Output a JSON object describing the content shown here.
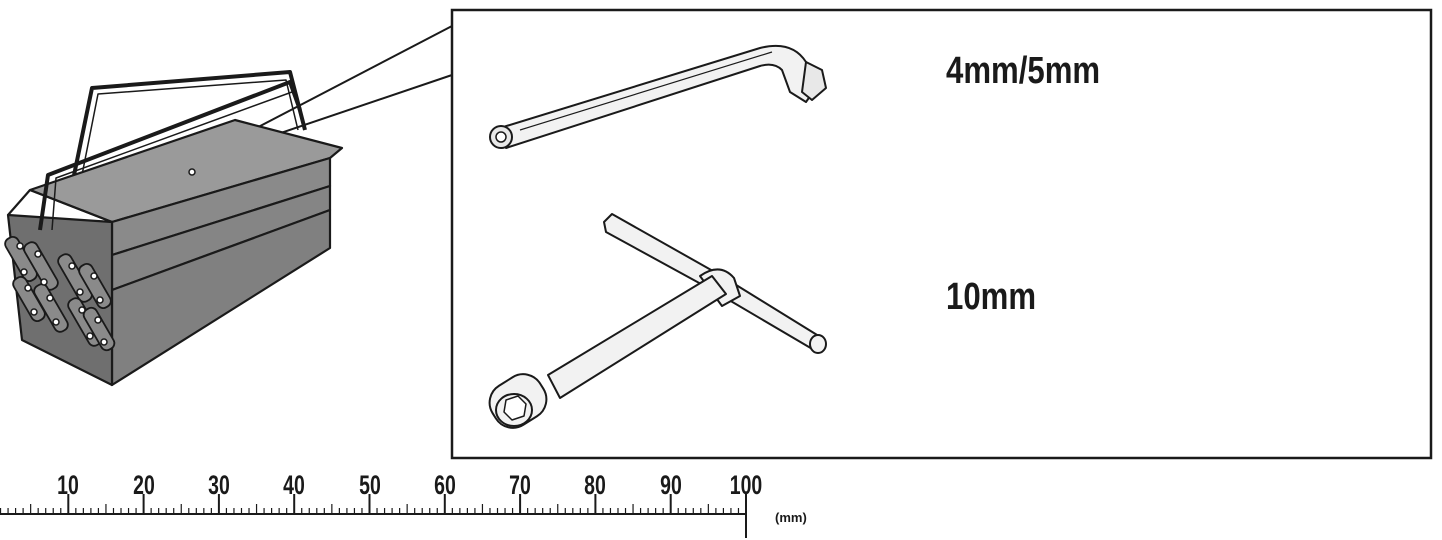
{
  "labels": {
    "allen_key_size": "4mm/5mm",
    "tee_wrench_size": "10mm"
  },
  "ruler": {
    "numbers": [
      "10",
      "20",
      "30",
      "40",
      "50",
      "60",
      "70",
      "80",
      "90",
      "100"
    ],
    "unit": "(mm)",
    "max_mm": 100
  },
  "colors": {
    "line": "#1a1a1a",
    "toolbox_fill": "#8a8a8a",
    "toolbox_dark": "#6f6f6f",
    "toolbox_light": "#a4a4a4",
    "tool_fill": "#f2f2f2"
  },
  "icons": [
    "toolbox-icon",
    "allen-key-icon",
    "tee-wrench-icon"
  ]
}
